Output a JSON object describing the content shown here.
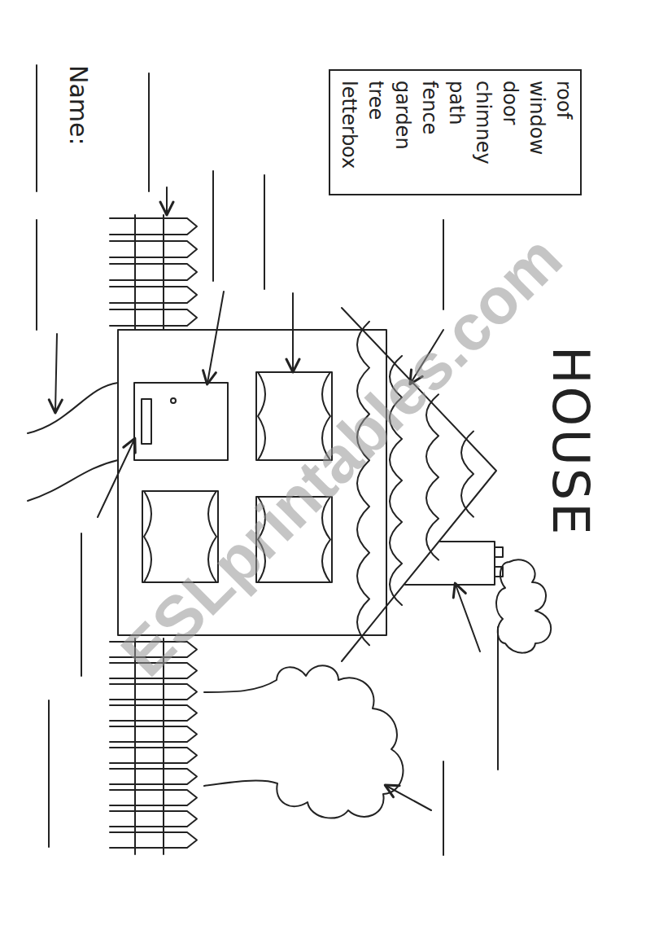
{
  "diagram": {
    "title": "HOUSE",
    "nodes": [
      {
        "text": [
          "roof",
          "window",
          "door",
          "chimney",
          "path",
          "fence",
          "garden",
          "tree",
          "letterbox"
        ]
      }
    ],
    "labels": [
      "Name:",
      "ESLprintables.com"
    ]
  }
}
